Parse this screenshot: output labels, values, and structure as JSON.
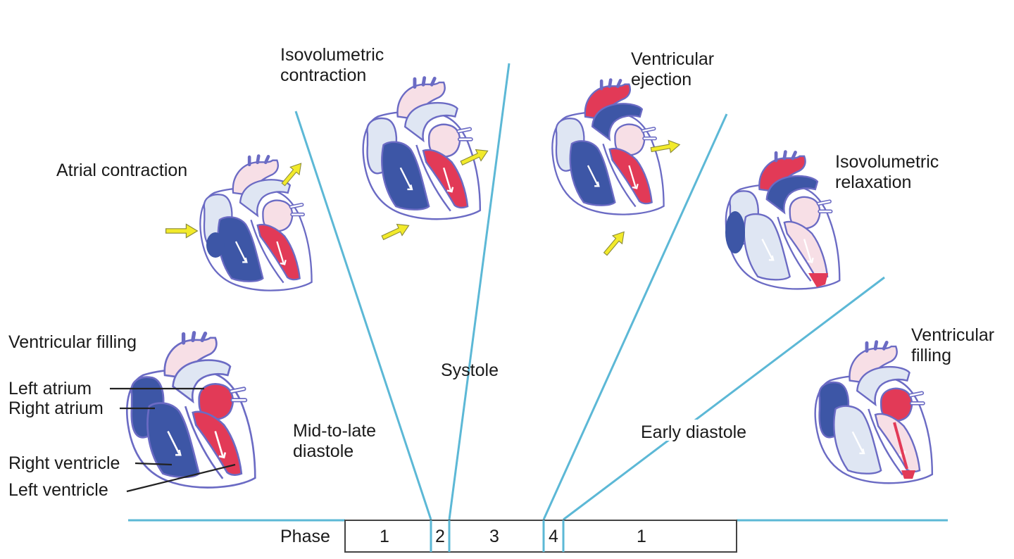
{
  "hearts": [
    {
      "label_lines": [
        "Ventricular filling"
      ],
      "variant": "filling"
    },
    {
      "label_lines": [
        "Atrial contraction"
      ],
      "variant": "atrial"
    },
    {
      "label_lines": [
        "Isovolumetric",
        "contraction"
      ],
      "variant": "isocontract"
    },
    {
      "label_lines": [
        "Ventricular",
        "ejection"
      ],
      "variant": "ejection"
    },
    {
      "label_lines": [
        "Isovolumetric",
        "relaxation"
      ],
      "variant": "isorelax"
    },
    {
      "label_lines": [
        "Ventricular",
        "filling"
      ],
      "variant": "earlyfill"
    }
  ],
  "anatomy_labels": {
    "left_atrium": "Left atrium",
    "right_atrium": "Right atrium",
    "right_ventricle": "Right ventricle",
    "left_ventricle": "Left ventricle"
  },
  "period_labels": {
    "mid_late_diastole": [
      "Mid-to-late",
      "diastole"
    ],
    "systole": "Systole",
    "early_diastole": "Early diastole"
  },
  "phase_bar": {
    "title": "Phase",
    "cells": [
      "1",
      "2",
      "3",
      "4",
      "1"
    ]
  },
  "colors": {
    "oxygenated": "#e23a57",
    "deoxygenated": "#3d56a6",
    "light_pink": "#f7dfe6",
    "light_blue": "#dfe6f3",
    "outline": "#6b6bc4",
    "arrow_yellow": "#f2ea2a",
    "divider": "#5cb8d6"
  }
}
